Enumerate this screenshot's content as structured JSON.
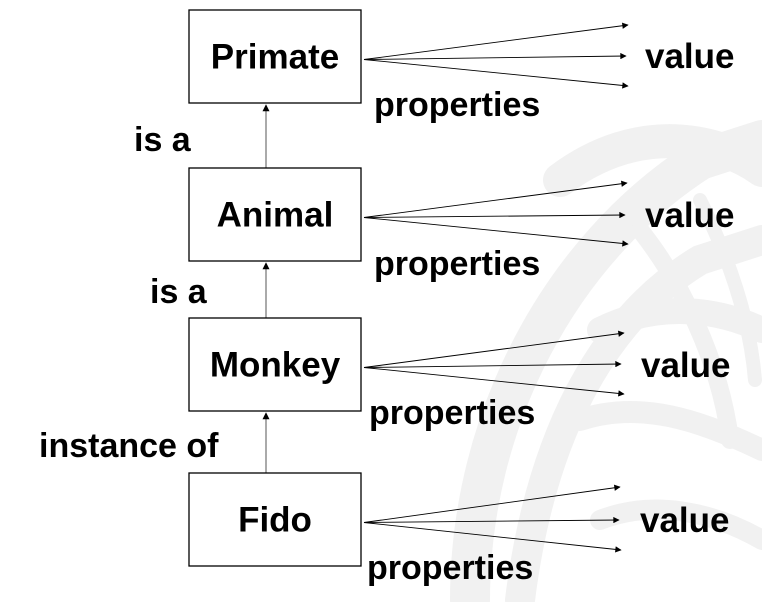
{
  "diagram": {
    "nodes": [
      {
        "id": "primate",
        "label": "Primate"
      },
      {
        "id": "animal",
        "label": "Animal"
      },
      {
        "id": "monkey",
        "label": "Monkey"
      },
      {
        "id": "fido",
        "label": "Fido"
      }
    ],
    "relations": [
      {
        "from": "animal",
        "to": "primate",
        "label": "is a"
      },
      {
        "from": "monkey",
        "to": "animal",
        "label": "is a"
      },
      {
        "from": "fido",
        "to": "monkey",
        "label": "instance of"
      }
    ],
    "properties_label": "properties",
    "value_label": "value"
  },
  "colors": {
    "ink": "#000000",
    "connector": "#555555",
    "watermark": "#f1f1f1",
    "background": "#ffffff"
  }
}
